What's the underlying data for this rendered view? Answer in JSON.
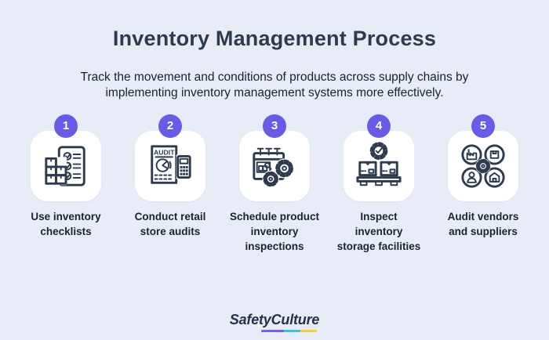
{
  "background_color": "#e8ecf7",
  "header": {
    "title": "Inventory Management Process",
    "subtitle": "Track the movement and conditions of products across supply chains by\nimplementing inventory management systems more effectively."
  },
  "steps": [
    {
      "number": "1",
      "label": "Use inventory\nchecklists",
      "icon": "inventory-checklist-icon"
    },
    {
      "number": "2",
      "label": "Conduct retail\nstore audits",
      "icon": "audit-document-calculator-icon",
      "icon_text": "AUDIT"
    },
    {
      "number": "3",
      "label": "Schedule product\ninventory\ninspections",
      "icon": "calendar-gears-icon"
    },
    {
      "number": "4",
      "label": "Inspect\ninventory\nstorage facilities",
      "icon": "pallet-boxes-gear-check-icon"
    },
    {
      "number": "5",
      "label": "Audit vendors\nand suppliers",
      "icon": "vendors-suppliers-network-icon"
    }
  ],
  "footer": {
    "logo_text": "SafetyCulture"
  },
  "colors": {
    "badge": "#6a5ae8",
    "card": "#ffffff",
    "icon_stroke": "#2e3b4e",
    "title_text": "#2e3b4e",
    "logo_underline": [
      "#7c5cfa",
      "#2fc3f7",
      "#f8ce2e"
    ]
  }
}
